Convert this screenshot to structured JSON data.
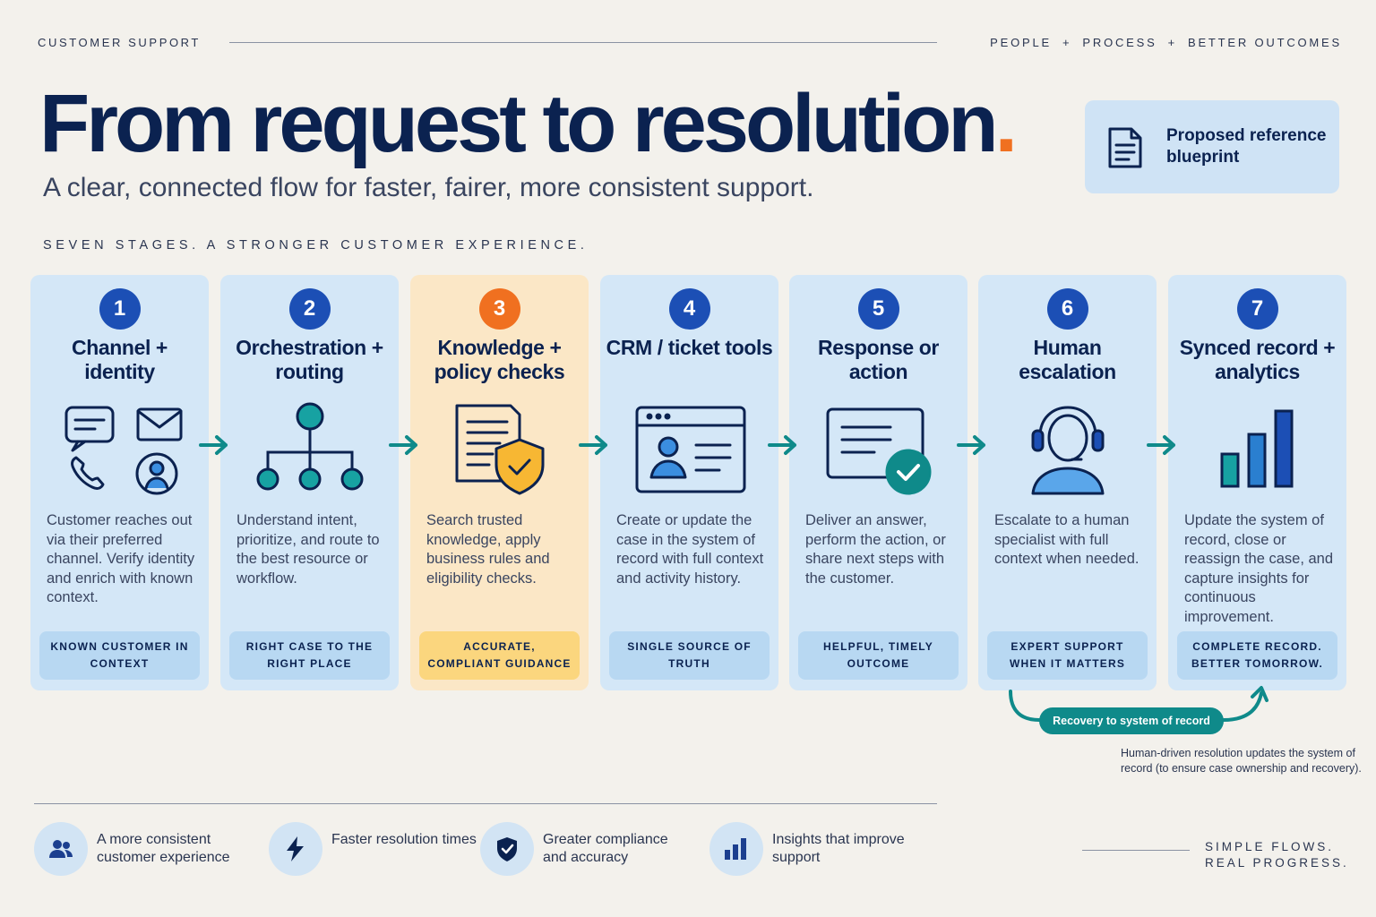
{
  "header": {
    "eyebrow_left": "CUSTOMER SUPPORT",
    "eyebrow_right": [
      "PEOPLE",
      "PROCESS",
      "BETTER OUTCOMES"
    ],
    "plus": "+",
    "title": "From request to resolution",
    "title_dot": ".",
    "subtitle": "A clear, connected flow for faster, fairer, more consistent support.",
    "stages_label": "SEVEN STAGES. A STRONGER CUSTOMER EXPERIENCE.",
    "badge": "Proposed reference blueprint"
  },
  "stages": [
    {
      "num": "1",
      "title": "Channel + identity",
      "desc": "Customer reaches out via their preferred channel. Verify identity and enrich with known context.",
      "tag": "KNOWN CUSTOMER IN CONTEXT",
      "icon": "channel-icons"
    },
    {
      "num": "2",
      "title": "Orchestration + routing",
      "desc": "Understand intent, prioritize, and route to the best resource or workflow.",
      "tag": "RIGHT CASE TO THE RIGHT PLACE",
      "icon": "routing-tree-icon"
    },
    {
      "num": "3",
      "title": "Knowledge + policy checks",
      "desc": "Search trusted knowledge, apply business rules and eligibility checks.",
      "tag": "ACCURATE, COMPLIANT GUIDANCE",
      "icon": "document-shield-icon"
    },
    {
      "num": "4",
      "title": "CRM / ticket tools",
      "desc": "Create or update the case in the system of record with full context and activity history.",
      "tag": "SINGLE SOURCE OF TRUTH",
      "icon": "crm-window-icon"
    },
    {
      "num": "5",
      "title": "Response or action",
      "desc": "Deliver an answer, perform the action, or share next steps with the customer.",
      "tag": "HELPFUL, TIMELY OUTCOME",
      "icon": "response-check-icon"
    },
    {
      "num": "6",
      "title": "Human escalation",
      "desc": "Escalate to a human specialist with full context when needed.",
      "tag": "EXPERT SUPPORT WHEN IT MATTERS",
      "icon": "headset-agent-icon"
    },
    {
      "num": "7",
      "title": "Synced record + analytics",
      "desc": "Update the system of record, close or reassign the case, and capture insights for continuous improvement.",
      "tag": "COMPLETE RECORD. BETTER TOMORROW.",
      "icon": "bar-chart-icon"
    }
  ],
  "recovery": {
    "pill": "Recovery to system of record",
    "note": "Human-driven resolution updates the system of record (to ensure case ownership and recovery)."
  },
  "benefits": [
    {
      "text": "A more consistent customer experience",
      "icon": "people-icon"
    },
    {
      "text": "Faster resolution times",
      "icon": "lightning-icon"
    },
    {
      "text": "Greater compliance and accuracy",
      "icon": "shield-check-icon"
    },
    {
      "text": "Insights that improve support",
      "icon": "bar-chart-icon"
    }
  ],
  "closer": [
    "SIMPLE FLOWS.",
    "REAL PROGRESS."
  ],
  "colors": {
    "navy": "#0b2250",
    "blue": "#1c4fb5",
    "teal": "#0f8a8a",
    "orange": "#f07020",
    "card": "#d4e7f7",
    "card_highlight": "#fbe7c6"
  }
}
